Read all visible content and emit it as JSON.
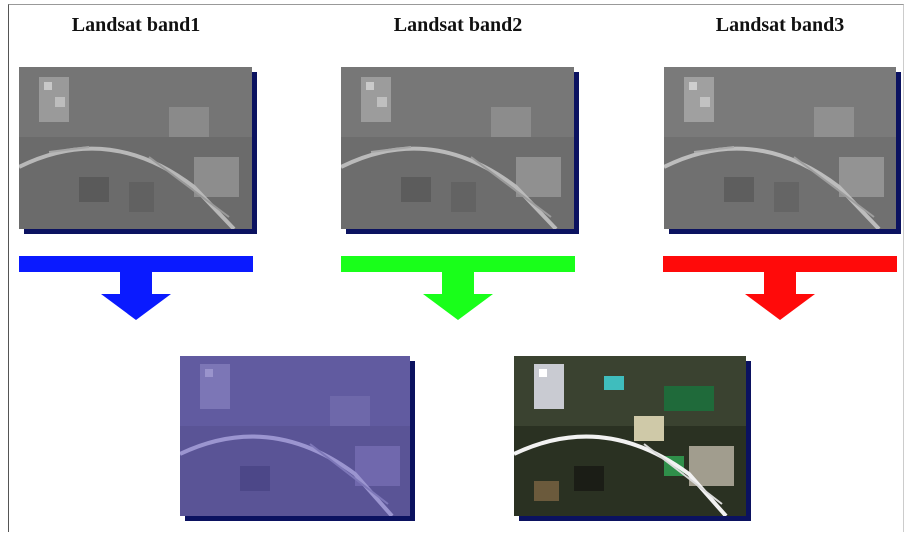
{
  "bands": [
    {
      "label": "Landsat band1",
      "color": "#0a1aff"
    },
    {
      "label": "Landsat band2",
      "color": "#19ff1a"
    },
    {
      "label": "Landsat band3",
      "color": "#ff0a0a"
    }
  ],
  "outputs": [
    {
      "name": "single-band-blue-composite"
    },
    {
      "name": "true-color-composite"
    }
  ]
}
